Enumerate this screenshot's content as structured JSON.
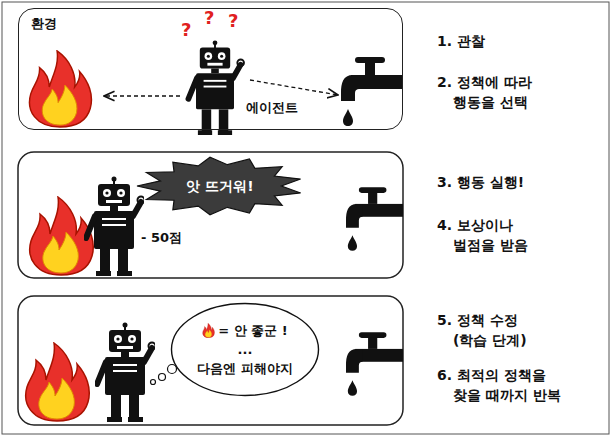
{
  "diagram": {
    "nodes": [
      {
        "text": [
          "환경"
        ]
      },
      {
        "text": [
          "앗 뜨거워!"
        ]
      },
      {
        "text": [
          "= 안 좋군 !",
          "...",
          "다음엔 피해야지"
        ]
      }
    ],
    "labels": [
      "?",
      "?",
      "?",
      "에이전트",
      "- 50점",
      "1. 관찰",
      "2. 정책에 따라 행동을 선택",
      "3. 행동 실행!",
      "4. 보상이나 벌점을 받음",
      "5. 정책 수정 (학습 단계)",
      "6. 최적의 정책을 찾을 때까지 반복"
    ]
  }
}
